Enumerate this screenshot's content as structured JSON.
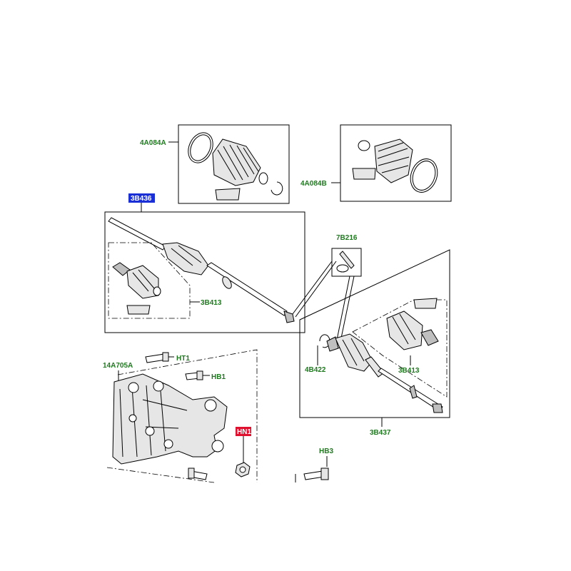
{
  "callouts": {
    "boot_kit_outer": "4A084A",
    "boot_kit_inner": "4A084B",
    "shaft_front": "3B436",
    "bolt_hb3": "HB3",
    "kit_7b216": "7B216",
    "joint_3b413_left": "3B413",
    "joint_3b413_right": "3B413",
    "bracket": "14A705A",
    "bolt_ht1": "HT1",
    "bolt_hb1": "HB1",
    "nut_hn1": "HN1",
    "circlip": "4B422",
    "shaft_rear": "3B437"
  },
  "highlight_colors": {
    "selected": "#1a2fd6",
    "alert": "#e0102f",
    "label": "#1f7a1f"
  }
}
